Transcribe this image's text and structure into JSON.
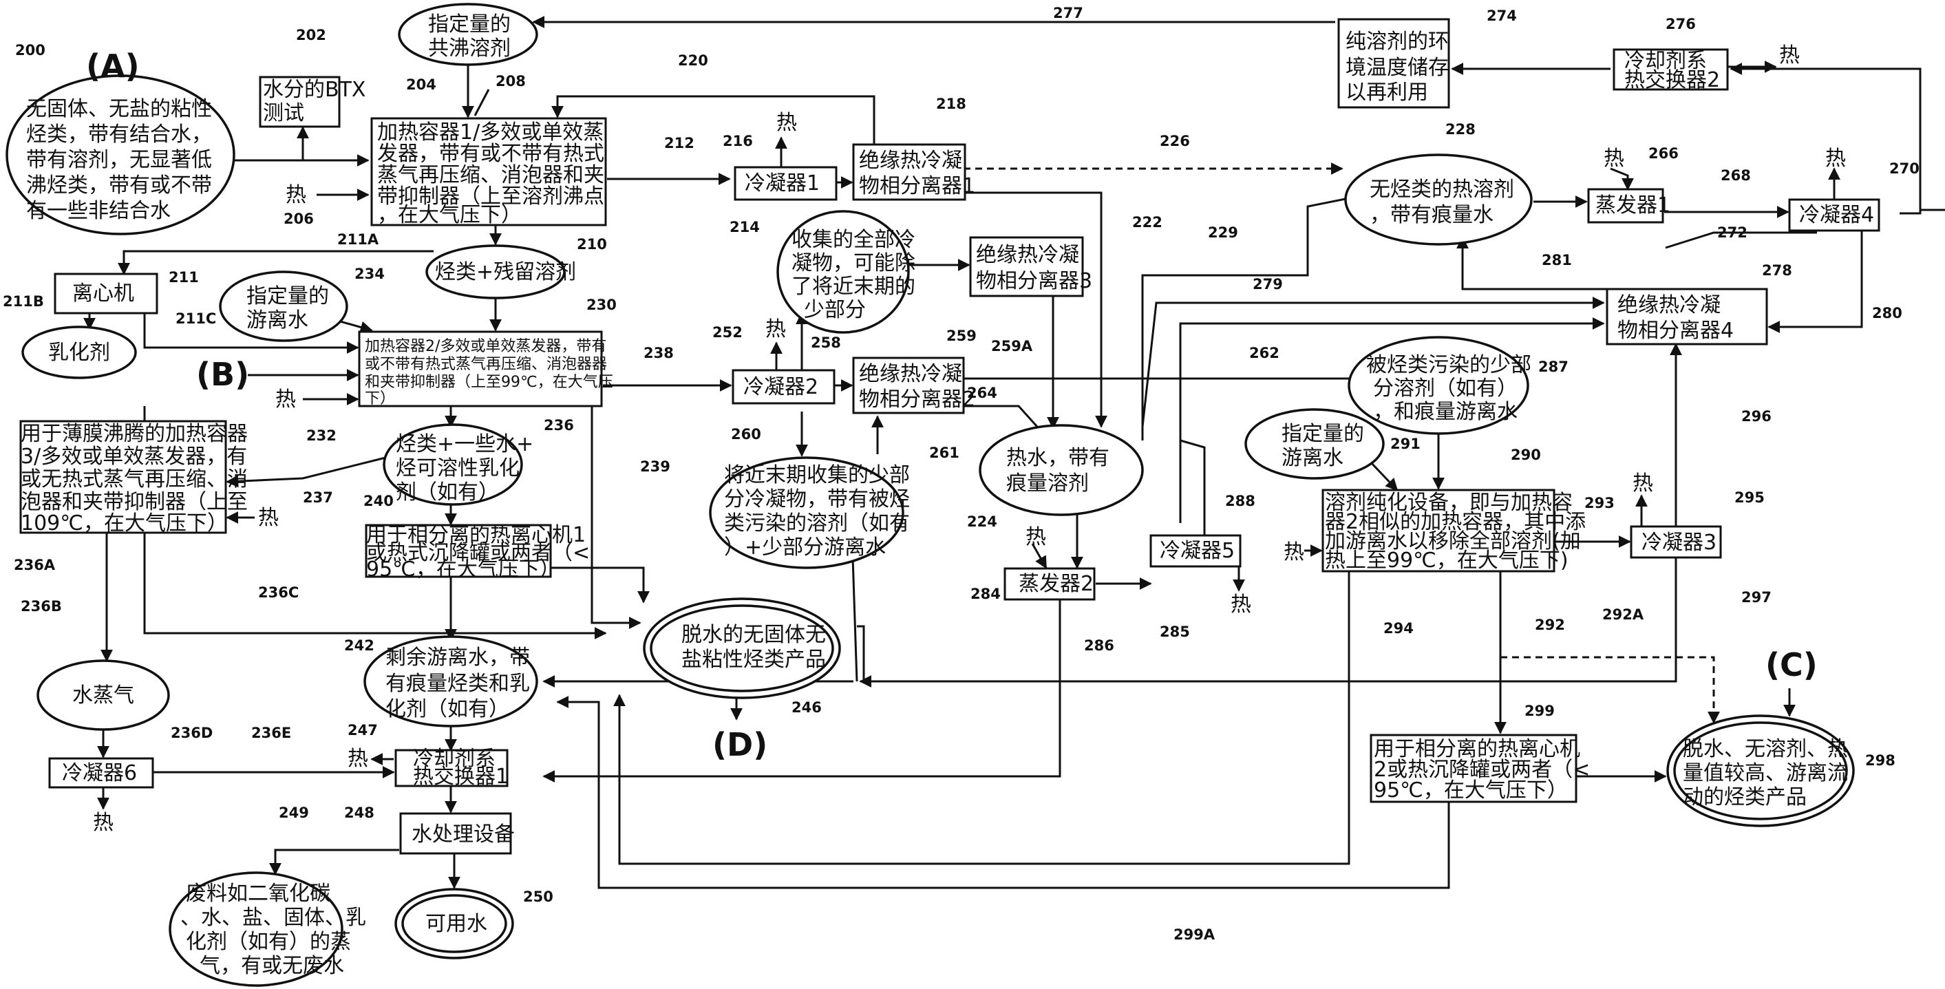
{
  "letters": {
    "A": "(A)",
    "B": "(B)",
    "C": "(C)",
    "D": "(D)"
  },
  "heat": "热",
  "nodes": {
    "n200": {
      "ref": "200",
      "lines": [
        "无固体、无盐的粘性",
        "烃类，带有结合水，",
        "带有溶剂，无显著低",
        "沸烃类，带有或不带",
        "有一些非结合水"
      ]
    },
    "n202": {
      "ref": "202",
      "lines": [
        "水分的BTX",
        "测试"
      ]
    },
    "n_spec_solvent": {
      "lines": [
        "指定量的",
        "共沸溶剂"
      ]
    },
    "n204": {
      "ref": "204",
      "lines": [
        "加热容器1/多效或单效蒸",
        "发器，带有或不带有热式",
        "蒸气再压缩、消泡器和夹",
        "带抑制器（上至溶剂沸点",
        "，在大气压下）"
      ]
    },
    "n214": {
      "ref": "214",
      "lines": [
        "冷凝器1"
      ]
    },
    "n218": {
      "ref": "218",
      "lines": [
        "绝缘热冷凝",
        "物相分离器1"
      ]
    },
    "n274": {
      "ref": "274",
      "lines": [
        "纯溶剂的环",
        "境温度储存",
        "以再利用"
      ]
    },
    "n276": {
      "ref": "276",
      "lines": [
        "冷却剂系",
        "热交换器2"
      ]
    },
    "n210": {
      "ref": "210",
      "lines": [
        "烃类+残留溶剂"
      ]
    },
    "n211": {
      "ref": "211",
      "lines": [
        "离心机"
      ]
    },
    "n211B": {
      "ref": "211B",
      "lines": [
        "乳化剂"
      ]
    },
    "n234": {
      "ref": "234",
      "lines": [
        "指定量的",
        "游离水"
      ]
    },
    "n230": {
      "ref": "230",
      "lines": [
        "加热容器2/多效或单效蒸发器，带有",
        "或不带有热式蒸气再压缩、消泡器器",
        "和夹带抑制器（上至99℃，在大气压",
        "下）"
      ]
    },
    "n_collect_all": {
      "lines": [
        "收集的全部冷",
        "凝物，可能除",
        "了将近末期的",
        "少部分"
      ]
    },
    "n259": {
      "ref": "259",
      "lines": [
        "绝缘热冷凝",
        "物相分离器3"
      ]
    },
    "n228": {
      "ref": "228",
      "lines": [
        "无烃类的热溶剂",
        "，带有痕量水"
      ]
    },
    "n266": {
      "ref": "266",
      "lines": [
        "蒸发器1"
      ]
    },
    "n270": {
      "ref": "270",
      "lines": [
        "冷凝器4"
      ]
    },
    "n278": {
      "ref": "278",
      "lines": [
        "绝缘热冷凝",
        "物相分离器4"
      ]
    },
    "n252": {
      "ref": "252",
      "lines": [
        "冷凝器2"
      ]
    },
    "n261": {
      "ref": "261",
      "lines": [
        "绝缘热冷凝",
        "物相分离器2"
      ]
    },
    "n_contaminated": {
      "lines": [
        "被烃类污染的少部",
        "分溶剂（如有）",
        "，和痕量游离水"
      ]
    },
    "n_film_boil": {
      "lines": [
        "用于薄膜沸腾的加热容器",
        "3/多效或单效蒸发器，有",
        "或无热式蒸气再压缩、消",
        "泡器和夹带抑制器（上至",
        "109℃，在大气压下）"
      ]
    },
    "n236": {
      "ref": "236",
      "lines": [
        "烃类+一些水+",
        "烃可溶性乳化",
        "剂（如有）"
      ]
    },
    "n260": {
      "ref": "260",
      "lines": [
        "将近末期收集的少部",
        "分冷凝物，带有被烃",
        "类污染的溶剂（如有",
        "）+少部分游离水"
      ]
    },
    "n224": {
      "ref": "224",
      "lines": [
        "热水，带有",
        "痕量溶剂"
      ]
    },
    "n_spec_water2": {
      "lines": [
        "指定量的",
        "游离水"
      ]
    },
    "n290": {
      "ref": "290",
      "lines": [
        "溶剂纯化设备，即与加热容",
        "器2相似的加热容器，其中添",
        "加游离水以移除全部溶剂(加",
        "热上至99℃，在大气压下)"
      ]
    },
    "n295": {
      "ref": "295",
      "lines": [
        "冷凝器3"
      ]
    },
    "n240": {
      "ref": "240",
      "lines": [
        "用于相分离的热离心机1",
        "或热式沉降罐或两者（<",
        "95℃，在大气压下）"
      ]
    },
    "n288": {
      "ref": "288",
      "lines": [
        "冷凝器5"
      ]
    },
    "n284": {
      "ref": "284",
      "lines": [
        "蒸发器2"
      ]
    },
    "n246": {
      "ref": "246",
      "lines": [
        "脱水的无固体无",
        "盐粘性烃类产品"
      ]
    },
    "n236D": {
      "ref": "236D",
      "lines": [
        "水蒸气"
      ]
    },
    "n242": {
      "ref": "242",
      "lines": [
        "剩余游离水，带",
        "有痕量烃类和乳",
        "化剂（如有）"
      ]
    },
    "n_cond6": {
      "lines": [
        "冷凝器6"
      ]
    },
    "n247": {
      "ref": "247",
      "lines": [
        "冷却剂系",
        "热交换器1"
      ]
    },
    "n248": {
      "ref": "248",
      "lines": [
        "水处理设备"
      ]
    },
    "n249": {
      "ref": "249",
      "lines": [
        "废料如二氧化碳",
        "、水、盐、固体、乳",
        "化剂（如有）的蒸",
        "气，有或无废水"
      ]
    },
    "n250": {
      "ref": "250",
      "lines": [
        "可用水"
      ]
    },
    "n299": {
      "ref": "299",
      "lines": [
        "用于相分离的热离心机",
        "2或热沉降罐或两者（<",
        "95℃，在大气压下）"
      ]
    },
    "n298": {
      "ref": "298",
      "lines": [
        "脱水、无溶剂、热",
        "量值较高、游离流",
        "动的烃类产品"
      ]
    }
  },
  "flow_labels": [
    "206",
    "208",
    "211A",
    "211C",
    "212",
    "216",
    "220",
    "222",
    "226",
    "229",
    "232",
    "236A",
    "236B",
    "236C",
    "236E",
    "237",
    "238",
    "239",
    "258",
    "259A",
    "262",
    "264",
    "268",
    "272",
    "277",
    "279",
    "280",
    "281",
    "285",
    "286",
    "287",
    "291",
    "292",
    "292A",
    "293",
    "294",
    "296",
    "297",
    "299A"
  ]
}
